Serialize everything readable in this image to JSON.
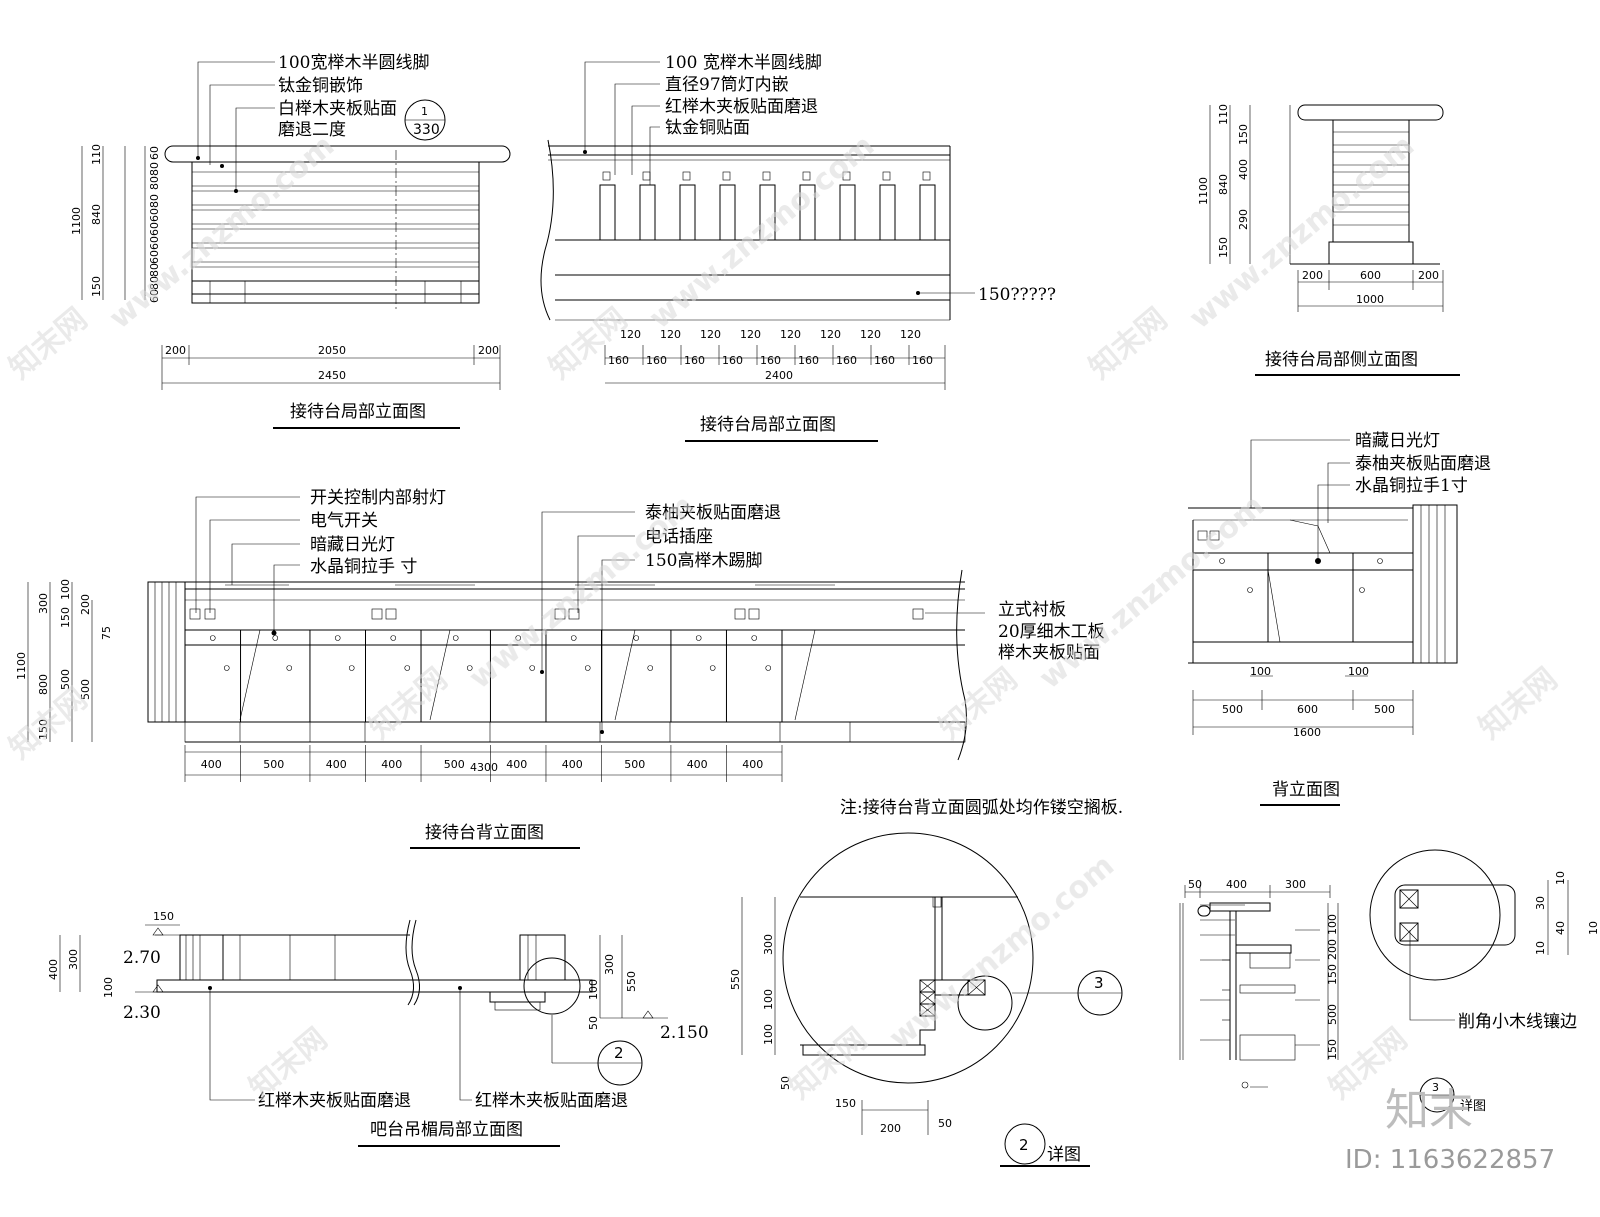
{
  "view1": {
    "title": "接待台局部立面图",
    "labels": [
      "100宽榉木半圆线脚",
      "钛金铜嵌饰",
      "白榉木夹板贴面",
      "磨退二度"
    ],
    "section_no": "1",
    "section_ref": "330",
    "vdims_outer": [
      "1100"
    ],
    "vdims_mid": [
      "110",
      "840",
      "150"
    ],
    "vdims_inner": [
      "60",
      "80",
      "80",
      "80",
      "60",
      "60",
      "60",
      "60",
      "80",
      "80",
      "60"
    ],
    "hdims": [
      "200",
      "2050",
      "200"
    ],
    "total": "2450"
  },
  "view2": {
    "title": "接待台局部立面图",
    "labels": [
      "100 宽榉木半圆线脚",
      "直径97筒灯内嵌",
      "红榉木夹板贴面磨退",
      "钛金铜贴面"
    ],
    "side_note": "150?????",
    "top_dims": [
      "120",
      "120",
      "120",
      "120",
      "120",
      "120",
      "120",
      "120"
    ],
    "hdims": [
      "160",
      "160",
      "160",
      "160",
      "160",
      "160",
      "160",
      "160",
      "160"
    ],
    "total": "2400"
  },
  "view3": {
    "title": "接待台局部侧立面图",
    "vdims_outer": [
      "1100"
    ],
    "vdims_mid": [
      "110",
      "840",
      "150"
    ],
    "vdims_inner": [
      "150",
      "400",
      "290"
    ],
    "hdims": [
      "200",
      "600",
      "200"
    ],
    "total": "1000"
  },
  "view4": {
    "title": "接待台背立面图",
    "labels": [
      "开关控制内部射灯",
      "电气开关",
      "暗藏日光灯",
      "水晶铜拉手 寸",
      "泰柚夹板贴面磨退",
      "电话插座",
      "150高榉木踢脚"
    ],
    "side_labels": [
      "立式衬板",
      "20厚细木工板",
      "榉木夹板贴面"
    ],
    "vdims_outer": [
      "1100"
    ],
    "vdims_mid": [
      "300",
      "800",
      "150"
    ],
    "vdims_inner": [
      "100",
      "200",
      "150",
      "500",
      "500"
    ],
    "vdim_extra": "75",
    "hdims": [
      "400",
      "500",
      "400",
      "400",
      "500",
      "400",
      "400",
      "500",
      "400",
      "400"
    ],
    "total": "4300",
    "note": "注:接待台背立面圆弧处均作镂空搁板."
  },
  "view5": {
    "title": "背立面图",
    "labels": [
      "暗藏日光灯",
      "泰柚夹板贴面磨退",
      "水晶铜拉手1寸"
    ],
    "small_dims": [
      "100",
      "100"
    ],
    "hdims": [
      "500",
      "600",
      "500"
    ],
    "total": "1600"
  },
  "view6": {
    "title": "吧台吊楣局部立面图",
    "labels": [
      "红榉木夹板贴面磨退",
      "红榉木夹板贴面磨退"
    ],
    "levels": [
      "2.70",
      "2.30",
      "2.150"
    ],
    "dims": [
      "150",
      "400",
      "300",
      "100",
      "300",
      "100",
      "550",
      "50"
    ],
    "detail_no": "2"
  },
  "view7": {
    "title": "详图",
    "detail_no": "2",
    "ref_no": "3",
    "vdims": [
      "550",
      "300",
      "100",
      "100",
      "50"
    ],
    "hdims": [
      "150",
      "200",
      "50"
    ]
  },
  "view8": {
    "top_dims": [
      "50",
      "400",
      "300"
    ],
    "vdims": [
      "100",
      "200",
      "150",
      "500",
      "150"
    ]
  },
  "view9": {
    "label": "削角小木线镶边",
    "detail_no": "3",
    "detail_text": "详图",
    "vdims": [
      "10",
      "30",
      "40",
      "10",
      "10"
    ]
  },
  "watermark": {
    "site": "知末网",
    "url": "www.znzmo.com",
    "brand": "知末",
    "id_text": "ID: 1163622857"
  }
}
